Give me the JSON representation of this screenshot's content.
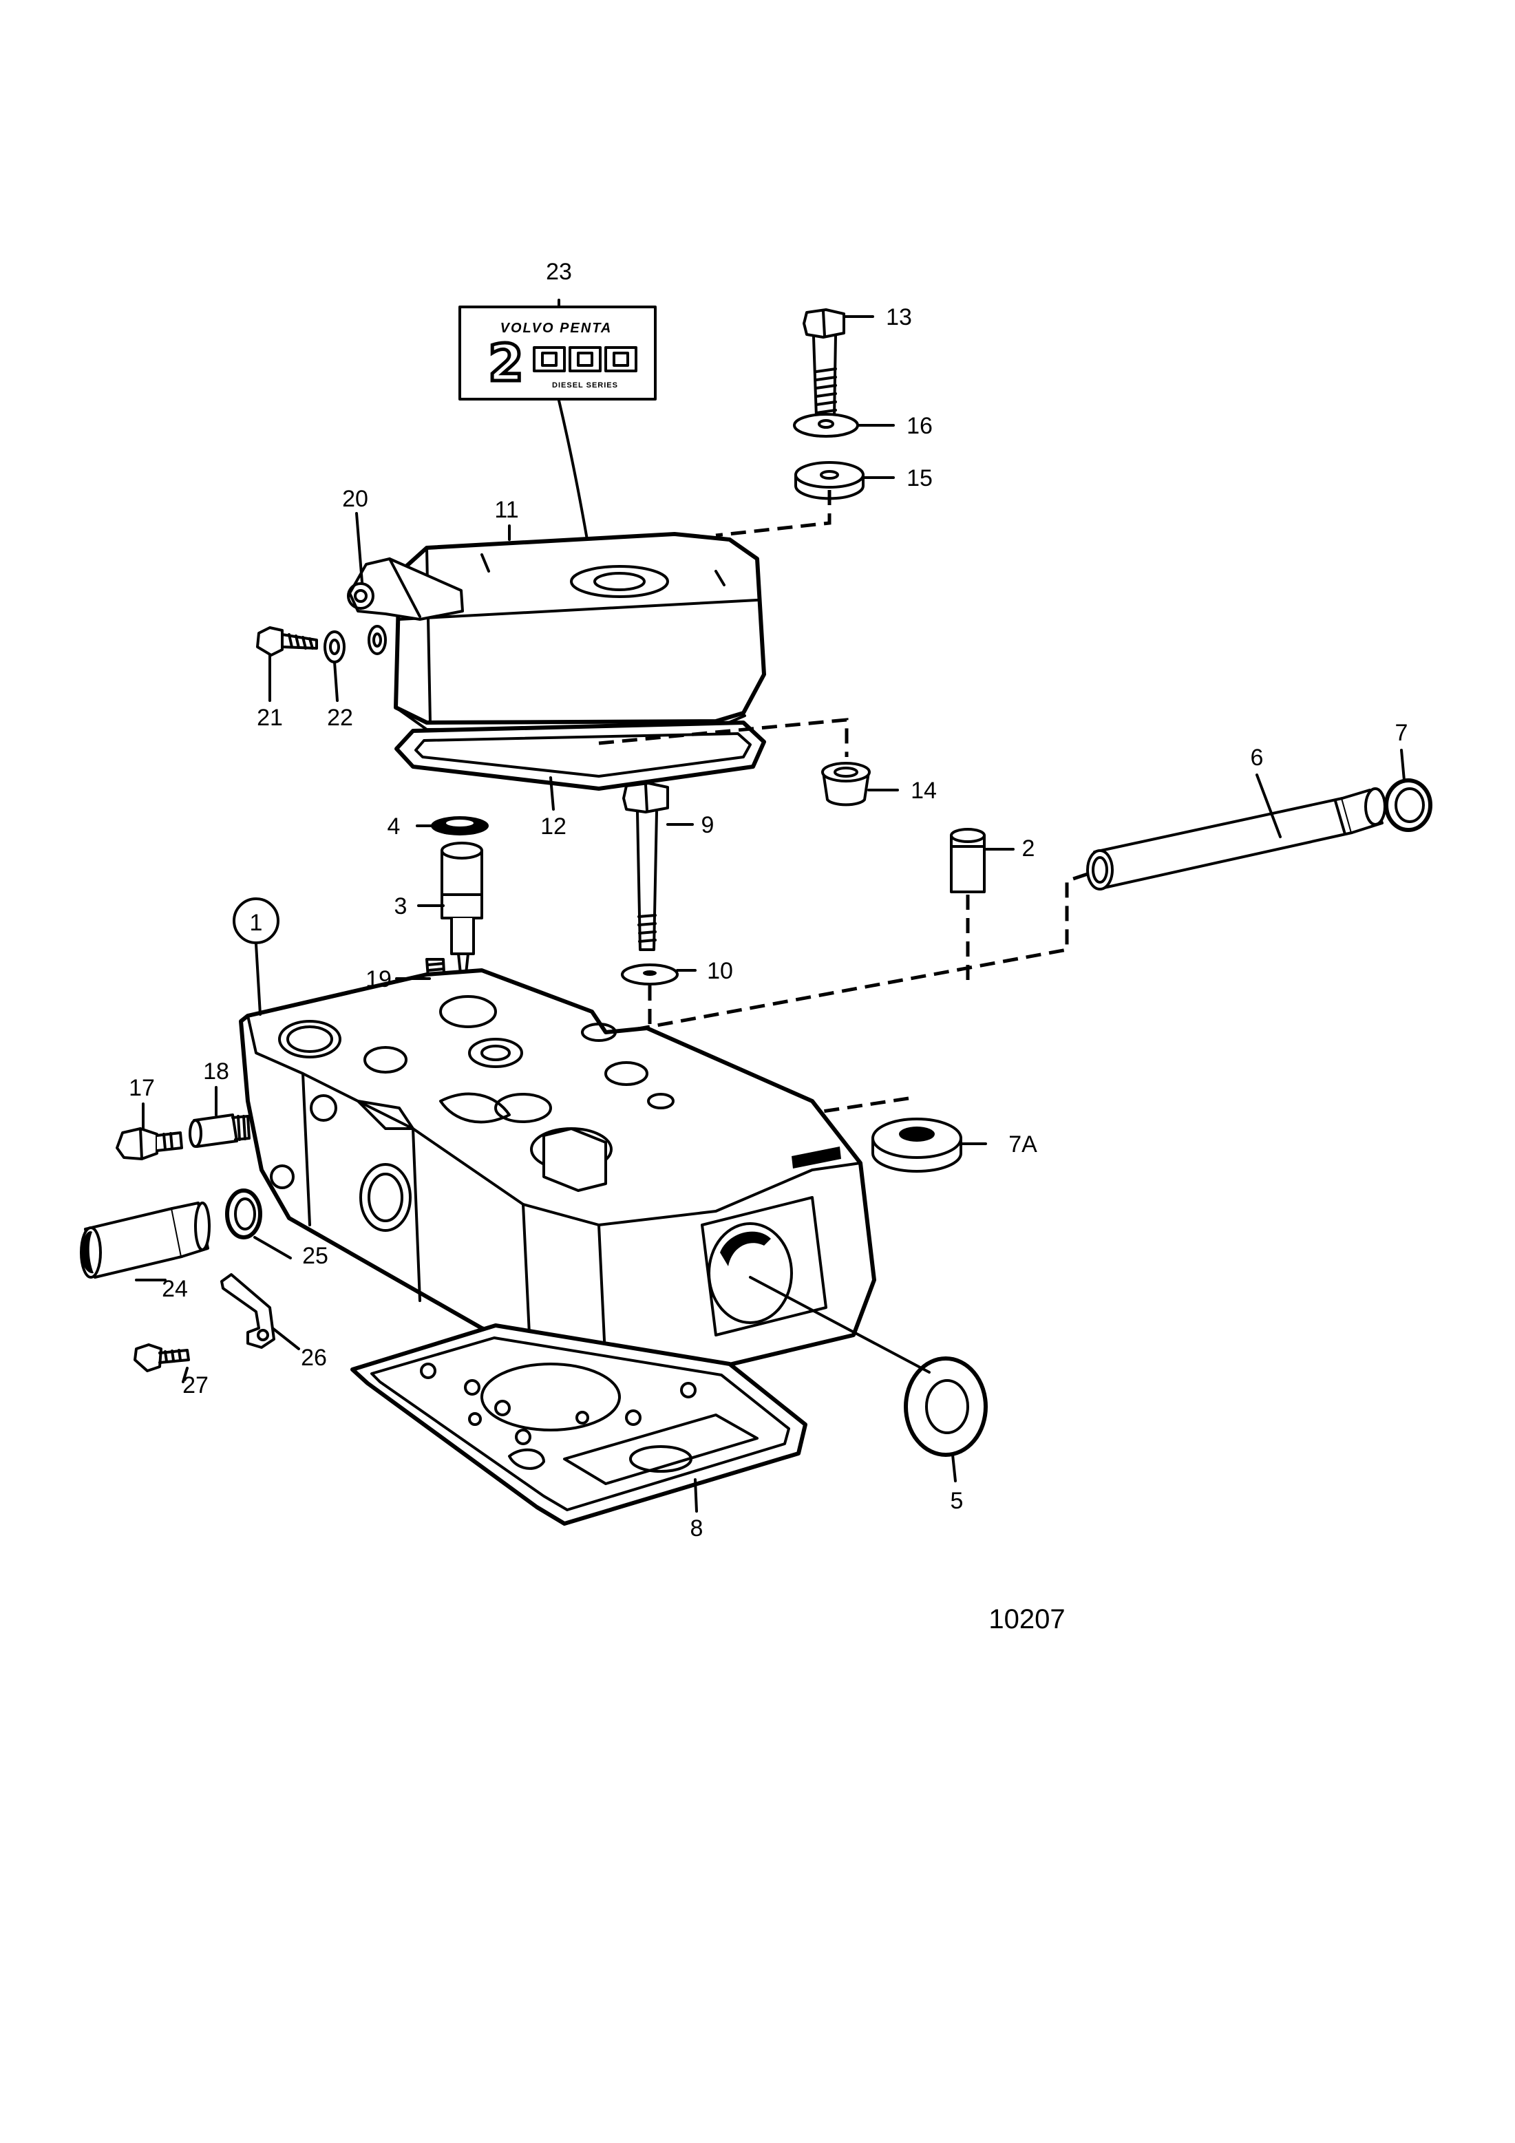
{
  "figure_number": "10207",
  "decal": {
    "brand": "VOLVO PENTA",
    "model_big": "2",
    "model_zeros": "000",
    "series": "DIESEL SERIES"
  },
  "callouts": [
    {
      "id": "c1",
      "label": "1",
      "circled": true
    },
    {
      "id": "c2",
      "label": "2"
    },
    {
      "id": "c3",
      "label": "3"
    },
    {
      "id": "c4",
      "label": "4"
    },
    {
      "id": "c5",
      "label": "5"
    },
    {
      "id": "c6",
      "label": "6"
    },
    {
      "id": "c7",
      "label": "7"
    },
    {
      "id": "c7a",
      "label": "7A"
    },
    {
      "id": "c8",
      "label": "8"
    },
    {
      "id": "c9",
      "label": "9"
    },
    {
      "id": "c10",
      "label": "10"
    },
    {
      "id": "c11",
      "label": "11"
    },
    {
      "id": "c12",
      "label": "12"
    },
    {
      "id": "c13",
      "label": "13"
    },
    {
      "id": "c14",
      "label": "14"
    },
    {
      "id": "c15",
      "label": "15"
    },
    {
      "id": "c16",
      "label": "16"
    },
    {
      "id": "c17",
      "label": "17"
    },
    {
      "id": "c18",
      "label": "18"
    },
    {
      "id": "c19",
      "label": "19"
    },
    {
      "id": "c20",
      "label": "20"
    },
    {
      "id": "c21",
      "label": "21"
    },
    {
      "id": "c22",
      "label": "22"
    },
    {
      "id": "c23",
      "label": "23"
    },
    {
      "id": "c24",
      "label": "24"
    },
    {
      "id": "c25",
      "label": "25"
    },
    {
      "id": "c26",
      "label": "26"
    },
    {
      "id": "c27",
      "label": "27"
    }
  ]
}
